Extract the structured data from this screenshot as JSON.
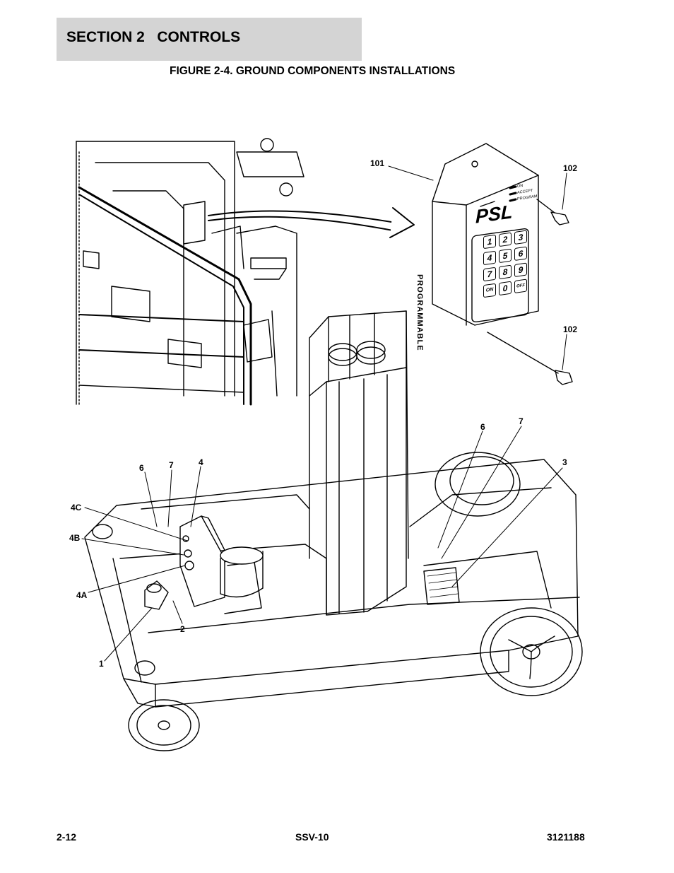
{
  "header": {
    "section_title": "SECTION 2   CONTROLS"
  },
  "figure": {
    "title": "FIGURE 2-4. GROUND COMPONENTS INSTALLATIONS"
  },
  "keypad": {
    "brand": "PSL",
    "side_label": "PROGRAMMABLE",
    "indicators": [
      "ON",
      "ACCEPT",
      "PROGRAM"
    ],
    "keys": [
      "1",
      "2",
      "3",
      "4",
      "5",
      "6",
      "7",
      "8",
      "9",
      "ON",
      "0",
      "OFF"
    ]
  },
  "callouts": {
    "c101": "101",
    "c102a": "102",
    "c102b": "102",
    "c6_right": "6",
    "c7_right": "7",
    "c3": "3",
    "c6_left": "6",
    "c7_left": "7",
    "c4": "4",
    "c4c": "4C",
    "c4b": "4B",
    "c4a": "4A",
    "c2": "2",
    "c1": "1"
  },
  "footer": {
    "page_number": "2-12",
    "model": "SSV-10",
    "doc_number": "3121188"
  }
}
